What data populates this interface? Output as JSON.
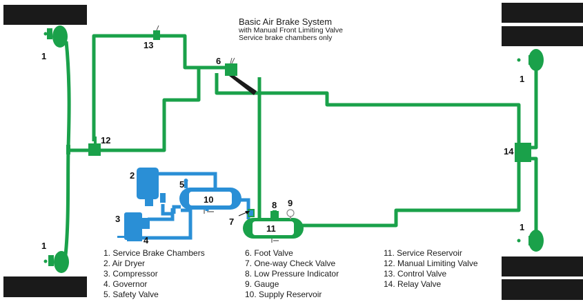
{
  "title": {
    "line1": "Basic Air Brake System",
    "line2": "with Manual Front Limiting Valve",
    "line3": "Service brake chambers only"
  },
  "callouts": {
    "c1a": "1",
    "c1b": "1",
    "c1c": "1",
    "c1d": "1",
    "c2": "2",
    "c3": "3",
    "c4": "4",
    "c5": "5",
    "c6": "6",
    "c7": "7",
    "c8": "8",
    "c9": "9",
    "c10": "10",
    "c11": "11",
    "c12": "12",
    "c13": "13",
    "c14": "14"
  },
  "legend": {
    "col1": [
      "1. Service Brake Chambers",
      "2. Air Dryer",
      "3. Compressor",
      "4. Governor",
      "5. Safety Valve"
    ],
    "col2": [
      "6. Foot Valve",
      "7. One-way Check Valve",
      "8. Low Pressure Indicator",
      "9. Gauge",
      "10. Supply Reservoir"
    ],
    "col3": [
      "11. Service Reservoir",
      "12. Manual Limiting Valve",
      "13. Control Valve",
      "14. Relay Valve"
    ]
  },
  "colors": {
    "service_line": "#1aa14a",
    "supply_line": "#2a8fd6",
    "wheel": "#1a1a1a"
  }
}
